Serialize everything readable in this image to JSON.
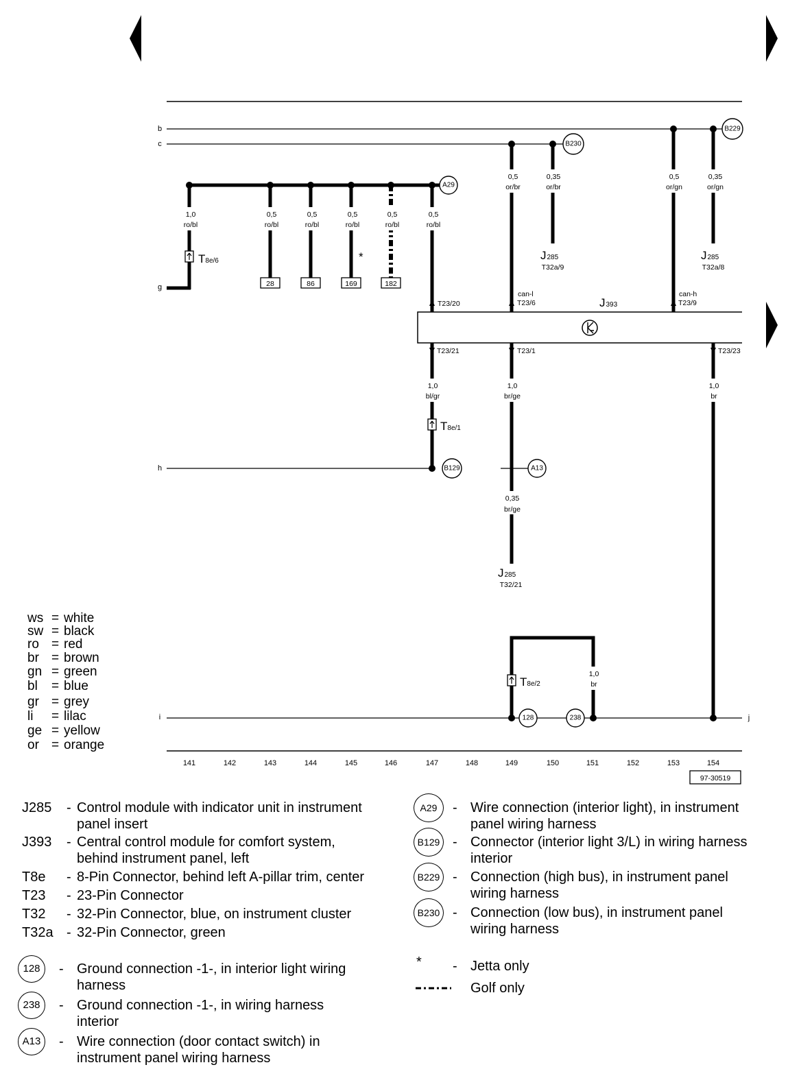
{
  "navigation": {
    "prev_icon": "left-arrow-icon",
    "next_icon": "right-arrow-icon",
    "continue_icon": "right-arrow-icon"
  },
  "line_labels": {
    "b": "b",
    "c": "c",
    "g": "g",
    "h": "h",
    "i": "i",
    "j": "j"
  },
  "upper_wires": [
    {
      "gauge": "1,0",
      "color": "ro/bl"
    },
    {
      "gauge": "0,5",
      "color": "ro/bl"
    },
    {
      "gauge": "0,5",
      "color": "ro/bl"
    },
    {
      "gauge": "0,5",
      "color": "ro/bl"
    },
    {
      "gauge": "0,5",
      "color": "ro/bl"
    },
    {
      "gauge": "0,5",
      "color": "ro/bl"
    },
    {
      "gauge": "0,5",
      "color": "or/br"
    },
    {
      "gauge": "0,35",
      "color": "or/br"
    },
    {
      "gauge": "0,5",
      "color": "or/gn"
    },
    {
      "gauge": "0,35",
      "color": "or/gn"
    }
  ],
  "lower_wires": [
    {
      "gauge": "1,0",
      "color": "bl/gr"
    },
    {
      "gauge": "1,0",
      "color": "br/ge"
    },
    {
      "gauge": "0,35",
      "color": "br/ge"
    },
    {
      "gauge": "1,0",
      "color": "br"
    },
    {
      "gauge": "1,0",
      "color": "br"
    }
  ],
  "terminals": [
    "28",
    "86",
    "169",
    "182"
  ],
  "jetta_mark": "*",
  "connectors": [
    {
      "prefix": "T",
      "suffix": "8e/6"
    },
    {
      "prefix": "T",
      "suffix": "8e/1"
    },
    {
      "prefix": "T",
      "suffix": "8e/2"
    }
  ],
  "module_refs": [
    {
      "prefix": "J",
      "suffix": "285",
      "pin": "T32a/9"
    },
    {
      "prefix": "J",
      "suffix": "285",
      "pin": "T32a/8"
    },
    {
      "prefix": "J",
      "suffix": "285",
      "pin": "T32/21"
    }
  ],
  "control_module": {
    "prefix": "J",
    "suffix": "393",
    "symbol_icon": "electronic-module-icon"
  },
  "pins": {
    "t23_20": "T23/20",
    "can_l": "can-l",
    "t23_6": "T23/6",
    "can_h": "can-h",
    "t23_9": "T23/9",
    "t23_21": "T23/21",
    "t23_1": "T23/1",
    "t23_23": "T23/23"
  },
  "nodes": {
    "a29": "A29",
    "b230": "B230",
    "b229": "B229",
    "b129": "B129",
    "a13": "A13",
    "g128": "128",
    "g238": "238"
  },
  "columns": [
    "141",
    "142",
    "143",
    "144",
    "145",
    "146",
    "147",
    "148",
    "149",
    "150",
    "151",
    "152",
    "153",
    "154"
  ],
  "drawing_number": "97-30519",
  "color_legend": [
    {
      "code": "ws",
      "sep": "=",
      "name": "white"
    },
    {
      "code": "sw",
      "sep": "=",
      "name": "black"
    },
    {
      "code": "ro",
      "sep": "=",
      "name": "red"
    },
    {
      "code": "br",
      "sep": "=",
      "name": "brown"
    },
    {
      "code": "gn",
      "sep": "=",
      "name": "green"
    },
    {
      "code": "bl",
      "sep": "=",
      "name": "blue"
    },
    {
      "code": "gr",
      "sep": "=",
      "name": "grey"
    },
    {
      "code": "li",
      "sep": "=",
      "name": "lilac"
    },
    {
      "code": "ge",
      "sep": "=",
      "name": "yellow"
    },
    {
      "code": "or",
      "sep": "=",
      "name": "orange"
    }
  ],
  "legend_components": [
    {
      "code": "J285",
      "dash": "-",
      "lines": [
        "Control module with indicator unit in instrument",
        "panel insert"
      ]
    },
    {
      "code": "J393",
      "dash": "-",
      "lines": [
        "Central control module for comfort system,",
        "behind instrument panel, left"
      ]
    },
    {
      "code": "T8e",
      "dash": "-",
      "lines": [
        "8-Pin Connector, behind left A-pillar trim, center"
      ]
    },
    {
      "code": "T23",
      "dash": "-",
      "lines": [
        "23-Pin Connector"
      ]
    },
    {
      "code": "T32",
      "dash": "-",
      "lines": [
        "32-Pin Connector, blue, on instrument cluster"
      ]
    },
    {
      "code": "T32a",
      "dash": "-",
      "lines": [
        "32-Pin Connector, green"
      ]
    }
  ],
  "legend_grounds": [
    {
      "node": "128",
      "dash": "-",
      "lines": [
        "Ground connection -1-, in interior light wiring",
        "harness"
      ]
    },
    {
      "node": "238",
      "dash": "-",
      "lines": [
        "Ground connection -1-, in wiring harness",
        "interior"
      ]
    },
    {
      "node": "A13",
      "dash": "-",
      "lines": [
        "Wire connection (door contact switch) in",
        "instrument panel wiring harness"
      ]
    }
  ],
  "legend_connections": [
    {
      "node": "A29",
      "dash": "-",
      "lines": [
        "Wire connection (interior light), in instrument",
        "panel wiring harness"
      ]
    },
    {
      "node": "B129",
      "dash": "-",
      "lines": [
        "Connector (interior light 3/L) in wiring harness",
        "interior"
      ]
    },
    {
      "node": "B229",
      "dash": "-",
      "lines": [
        "Connection (high bus), in instrument panel",
        "wiring harness"
      ]
    },
    {
      "node": "B230",
      "dash": "-",
      "lines": [
        "Connection (low bus), in instrument panel",
        "wiring harness"
      ]
    }
  ],
  "legend_notes": [
    {
      "symbol": "*",
      "dash": "-",
      "text": "Jetta only"
    },
    {
      "symbol_icon": "dash-dot-line-icon",
      "text": "Golf only"
    }
  ]
}
